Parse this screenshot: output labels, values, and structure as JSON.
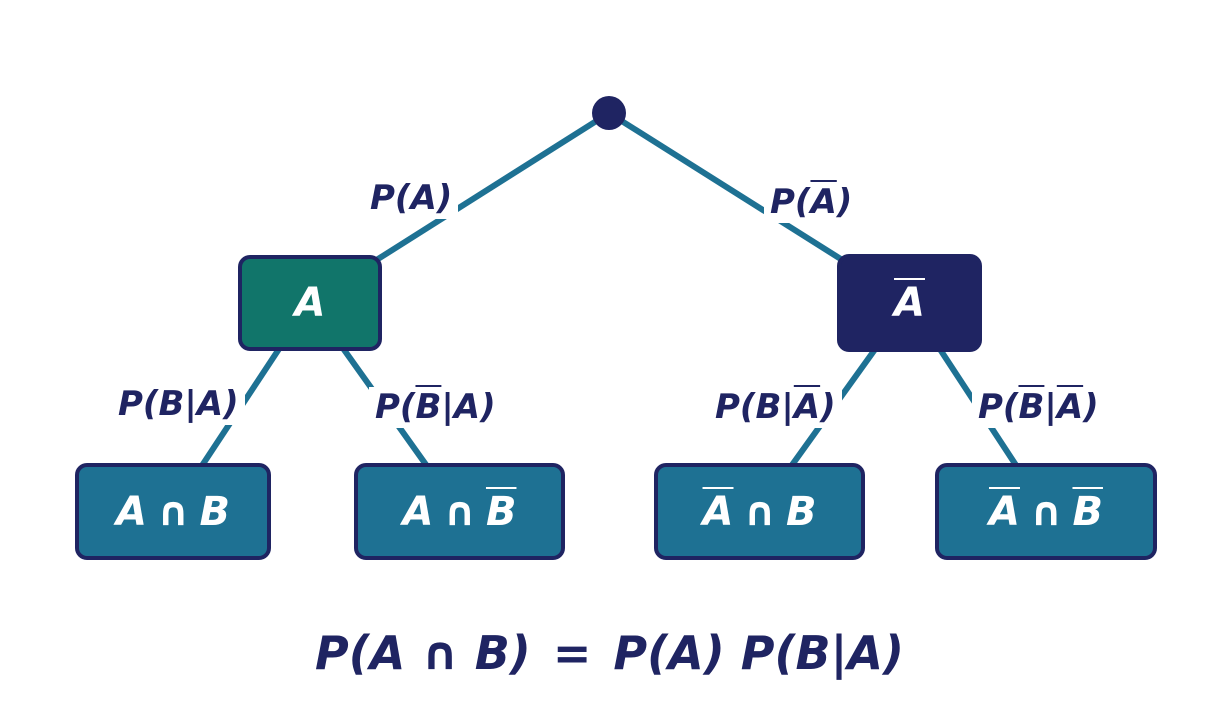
{
  "colors": {
    "edge": "#1e7193",
    "navy": "#1f2462",
    "green": "#11756a",
    "leaf": "#1e7193"
  },
  "root": {
    "icon": "root-dot"
  },
  "level1": [
    {
      "label": "A",
      "complement": false
    },
    {
      "label": "A",
      "complement": true
    }
  ],
  "edge_labels": {
    "p_a": {
      "pre": "P(",
      "var": "A",
      "post": ")"
    },
    "p_not_a": {
      "pre": "P(",
      "var": "A",
      "post": ")"
    },
    "p_b_given_a": {
      "text": "P(B|A)"
    },
    "p_not_b_given_a": {
      "pre": "P(",
      "b": "B",
      "mid": "|A)"
    },
    "p_b_given_not_a": {
      "pre": "P(B|",
      "a": "A",
      "post": ")"
    },
    "p_not_b_given_not_a": {
      "pre": "P(",
      "b": "B",
      "mid": "|",
      "a": "A",
      "post": ")"
    }
  },
  "leaves": [
    {
      "left": "A",
      "op": "∩",
      "right": "B"
    },
    {
      "left": "A",
      "op": "∩",
      "right": "B"
    },
    {
      "left": "A",
      "op": "∩",
      "right": "B"
    },
    {
      "left": "A",
      "op": "∩",
      "right": "B"
    }
  ],
  "formula": {
    "lhs": "P(A ∩ B)",
    "eq": "=",
    "rhs": "P(A) P(B|A)"
  }
}
